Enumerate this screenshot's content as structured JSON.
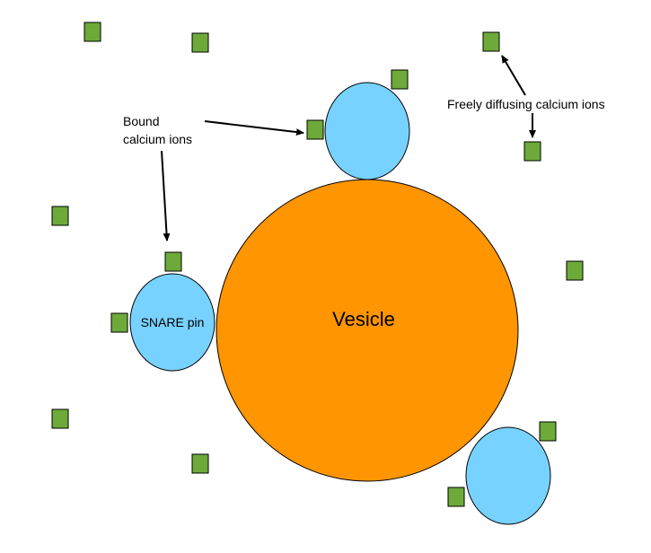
{
  "labels": {
    "bound_line1": "Bound",
    "bound_line2": "calcium ions",
    "free": "Freely diffusing calcium ions",
    "snare": "SNARE pin",
    "vesicle": "Vesicle"
  },
  "colors": {
    "vesicle_fill": "#FF9500",
    "snare_fill": "#78D2FF",
    "ion_fill": "#6DAA3A",
    "stroke": "#000000"
  }
}
